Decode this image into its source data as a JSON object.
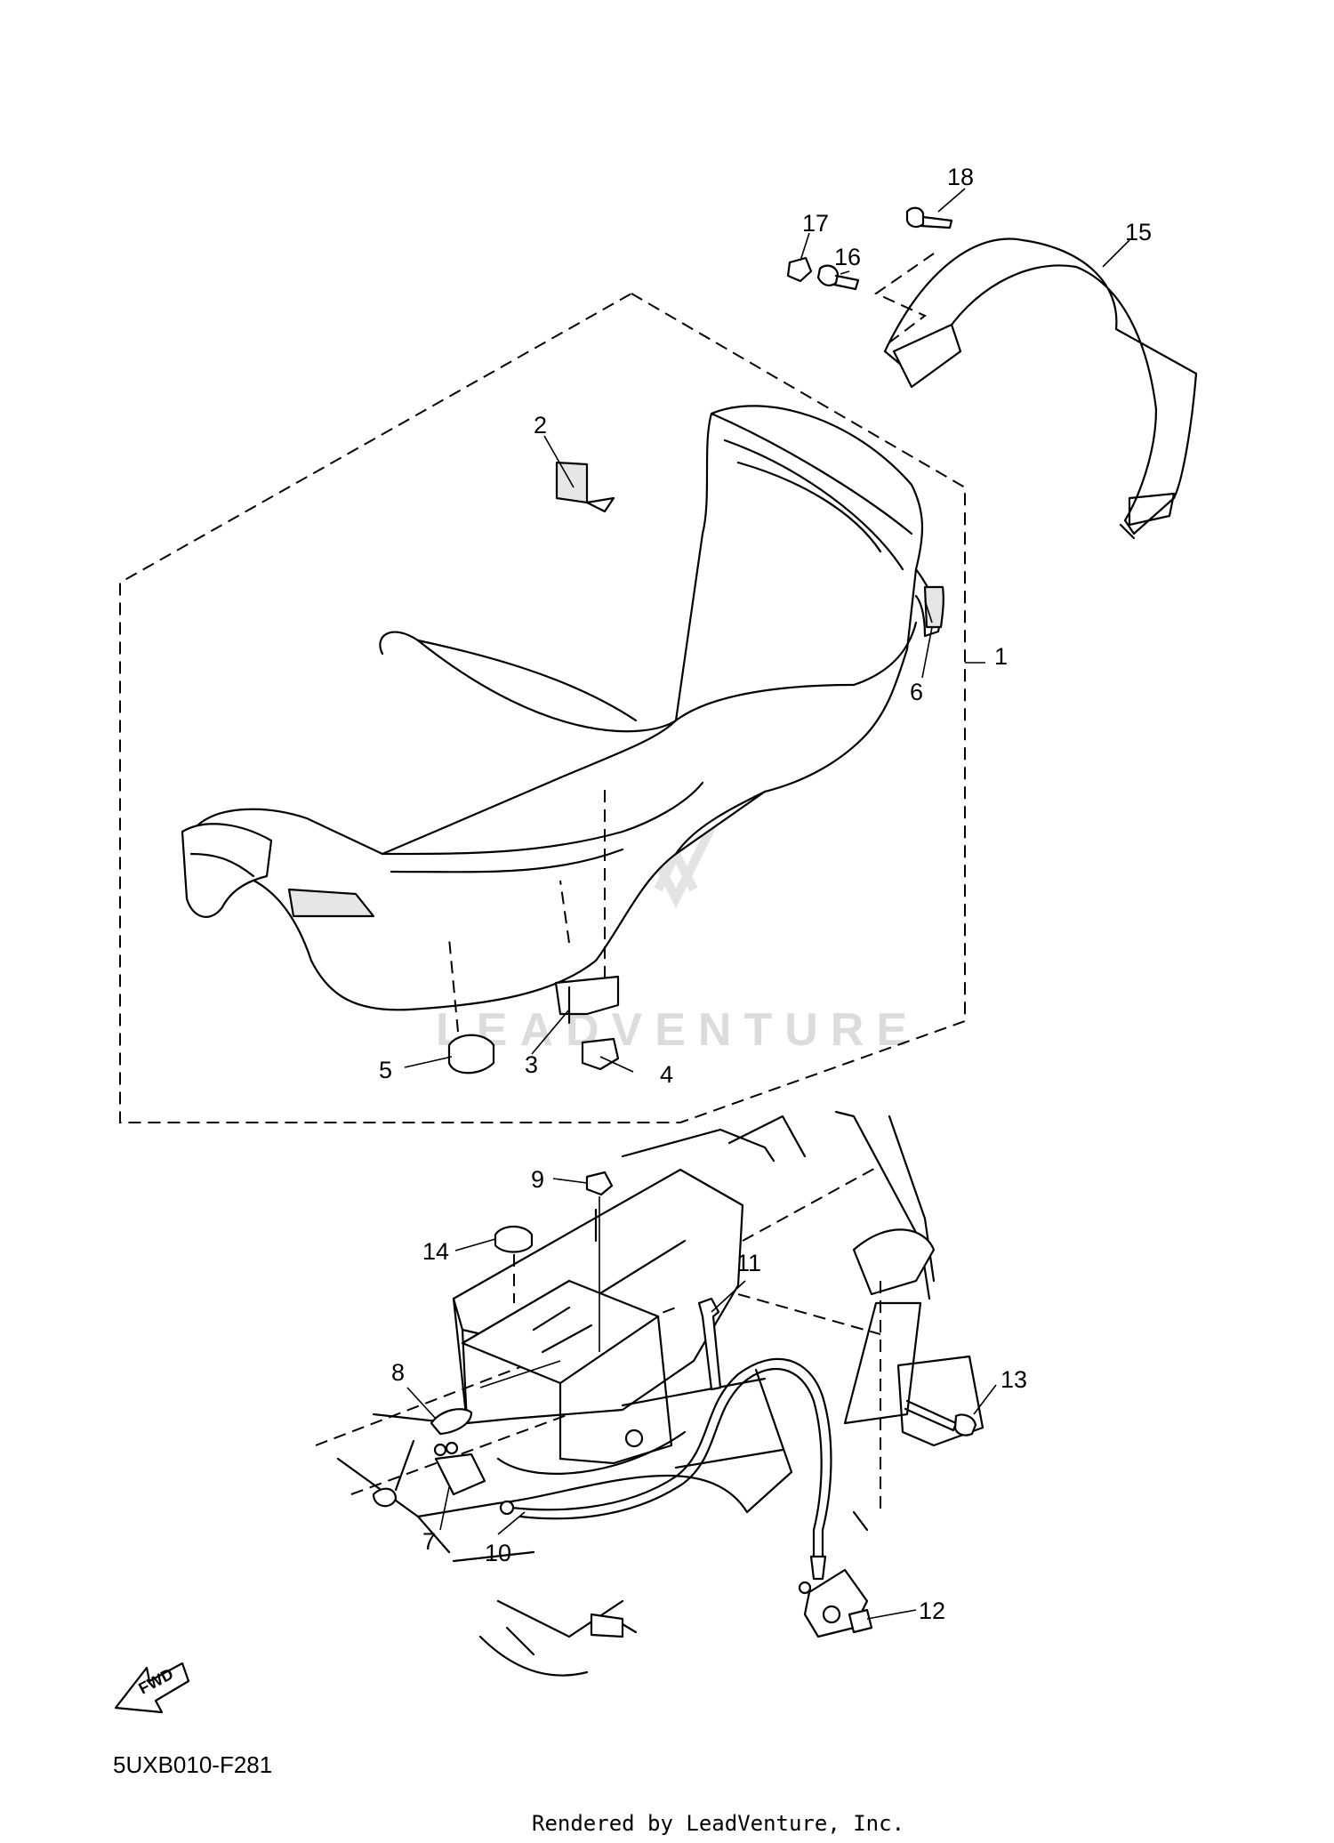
{
  "diagram": {
    "part_code": "5UXB010-F281",
    "footer": "Rendered by LeadVenture, Inc.",
    "watermark": "LEADVENTURE",
    "fwd_label": "FWD",
    "callouts": [
      {
        "id": "c1",
        "label": "1"
      },
      {
        "id": "c2",
        "label": "2"
      },
      {
        "id": "c3",
        "label": "3"
      },
      {
        "id": "c4",
        "label": "4"
      },
      {
        "id": "c5",
        "label": "5"
      },
      {
        "id": "c6",
        "label": "6"
      },
      {
        "id": "c7",
        "label": "7"
      },
      {
        "id": "c8",
        "label": "8"
      },
      {
        "id": "c9",
        "label": "9"
      },
      {
        "id": "c10",
        "label": "10"
      },
      {
        "id": "c11",
        "label": "11"
      },
      {
        "id": "c12",
        "label": "12"
      },
      {
        "id": "c13",
        "label": "13"
      },
      {
        "id": "c14",
        "label": "14"
      },
      {
        "id": "c15",
        "label": "15"
      },
      {
        "id": "c16",
        "label": "16"
      },
      {
        "id": "c17",
        "label": "17"
      },
      {
        "id": "c18",
        "label": "18"
      }
    ]
  }
}
